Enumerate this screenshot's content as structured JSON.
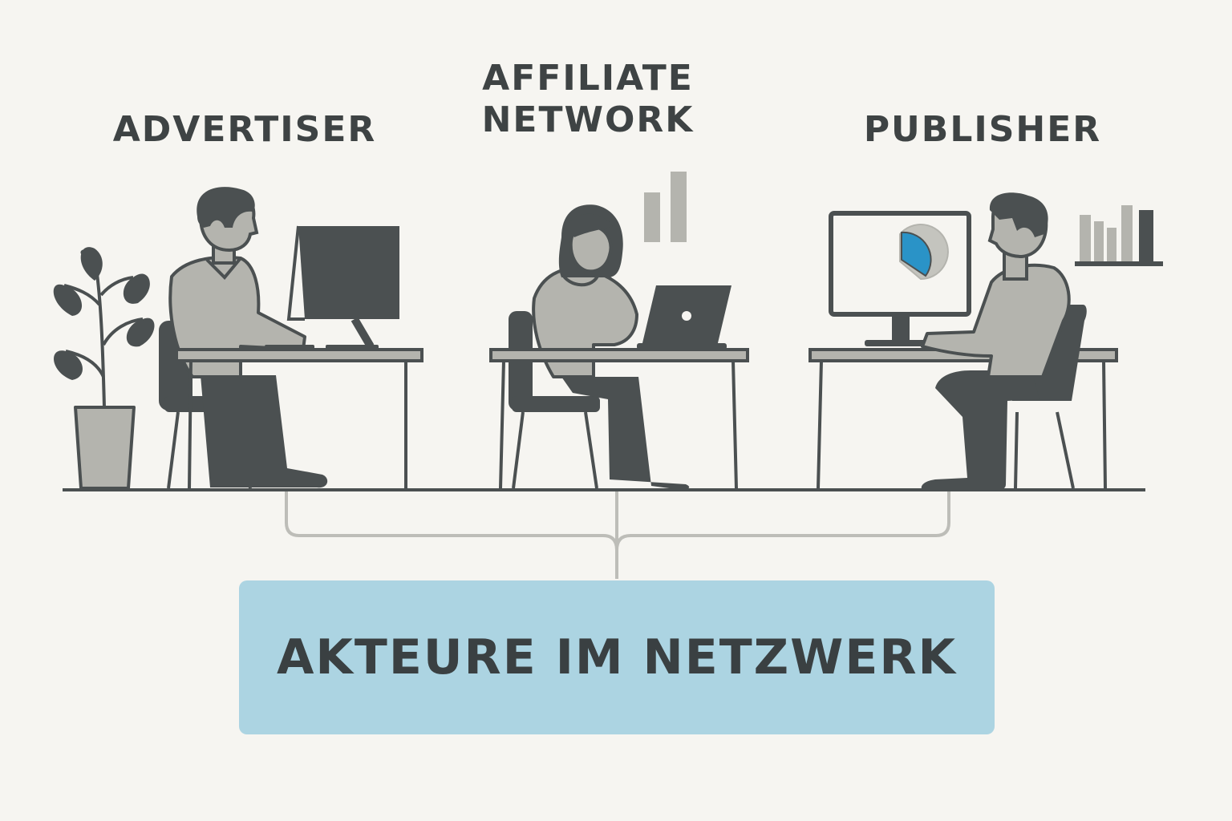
{
  "labels": {
    "advertiser": "ADVERTISER",
    "network_line1": "AFFILIATE",
    "network_line2": "NETWORK",
    "publisher": "PUBLISHER"
  },
  "summary_box": {
    "text": "AKTEURE IM NETZWERK"
  },
  "colors": {
    "background": "#f6f5f1",
    "dark": "#4b5051",
    "mid_gray": "#b4b4ae",
    "accent_blue": "#2a93c7",
    "box_fill": "#acd4e2",
    "connector": "#bdbdb8"
  },
  "icons": [
    "plant-icon",
    "monitor-icon",
    "laptop-icon",
    "bar-chart-icon",
    "pie-chart-icon",
    "bookshelf-icon"
  ]
}
